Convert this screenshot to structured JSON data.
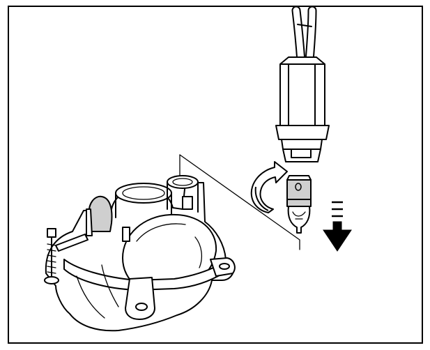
{
  "figure": {
    "background": "#ffffff",
    "line_color": "#000000",
    "shade_color": "#cfcfcf"
  },
  "parts": [
    {
      "name": "wire-harness",
      "icon": "wires-icon"
    },
    {
      "name": "bulb-socket",
      "icon": "socket-icon"
    },
    {
      "name": "rotation-arrow",
      "icon": "rotate-ccw-icon"
    },
    {
      "name": "wedge-bulb",
      "icon": "bulb-icon"
    },
    {
      "name": "removal-arrow",
      "icon": "arrow-down-icon"
    },
    {
      "name": "lamp-housing",
      "icon": "housing-icon"
    }
  ]
}
